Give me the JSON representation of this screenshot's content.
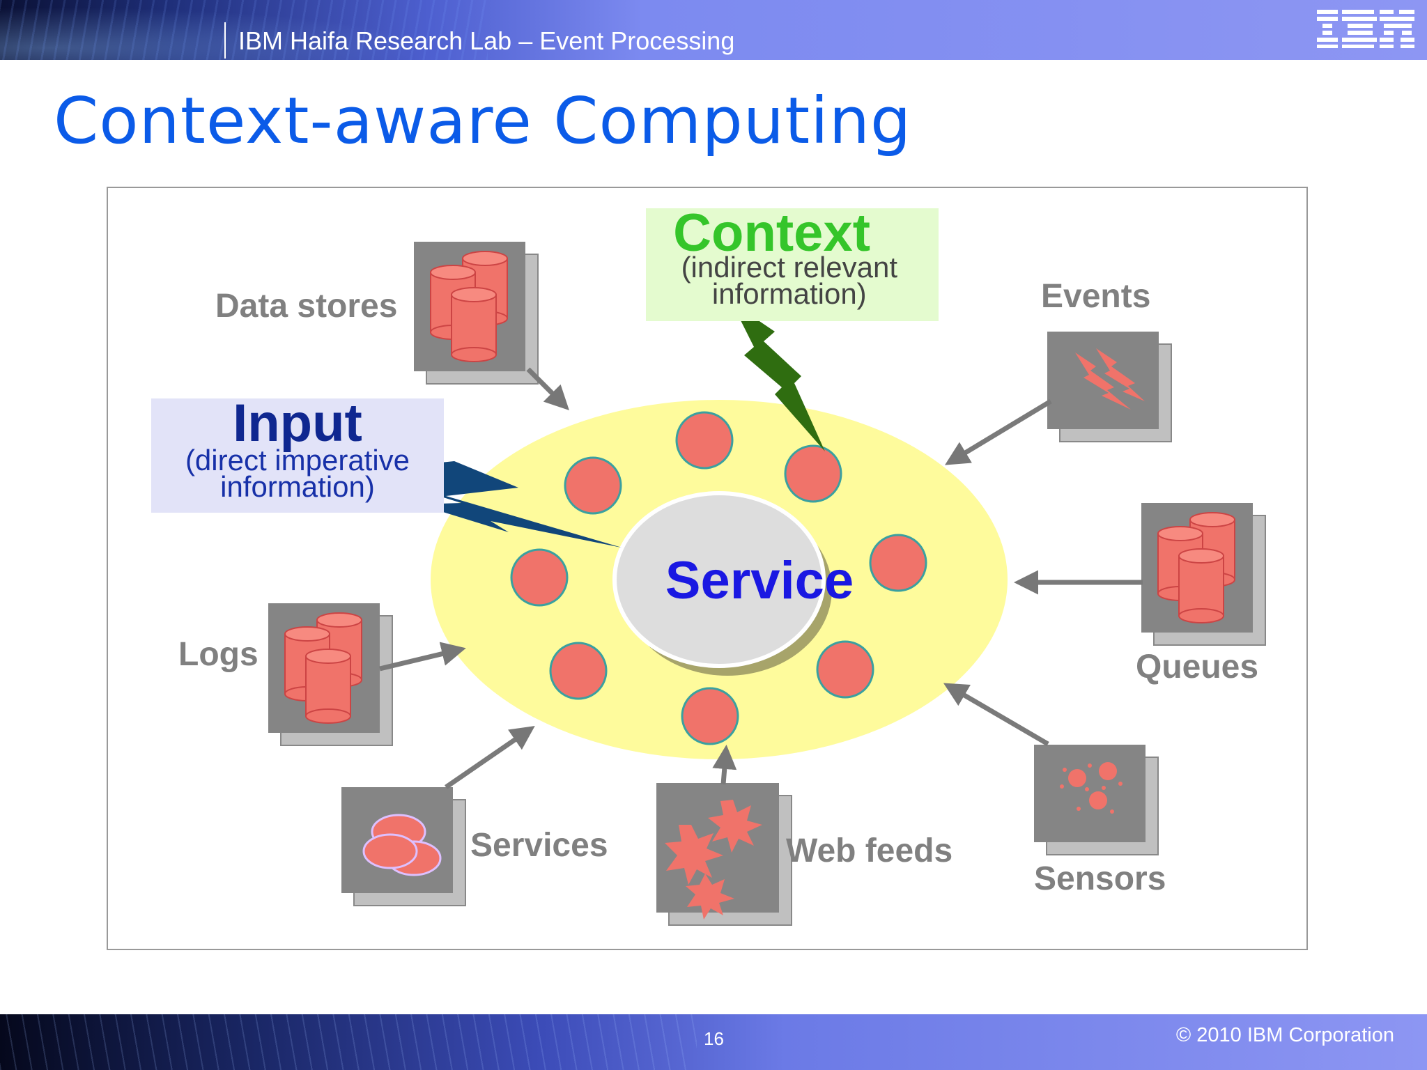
{
  "header": {
    "title": "IBM Haifa Research Lab – Event Processing",
    "logo": "IBM"
  },
  "slide": {
    "title": "Context-aware Computing"
  },
  "diagram": {
    "center": "Service",
    "input": {
      "title": "Input",
      "line1": "(direct imperative",
      "line2": "information)"
    },
    "context": {
      "title": "Context",
      "line1": "(indirect relevant",
      "line2": "information)"
    },
    "sources": {
      "data_stores": "Data stores",
      "events": "Events",
      "logs": "Logs",
      "queues": "Queues",
      "services": "Services",
      "web_feeds": "Web feeds",
      "sensors": "Sensors"
    },
    "colors": {
      "node": "#f0736a",
      "ellipse": "#fefb9c",
      "icon_box": "#858585",
      "input_bolt": "#11467a",
      "context_bolt": "#2f6d10",
      "service_text": "#1a18e2",
      "context_text": "#35c52a",
      "input_text": "#0f2790"
    }
  },
  "footer": {
    "page_number": "16",
    "copyright": "© 2010 IBM Corporation"
  }
}
